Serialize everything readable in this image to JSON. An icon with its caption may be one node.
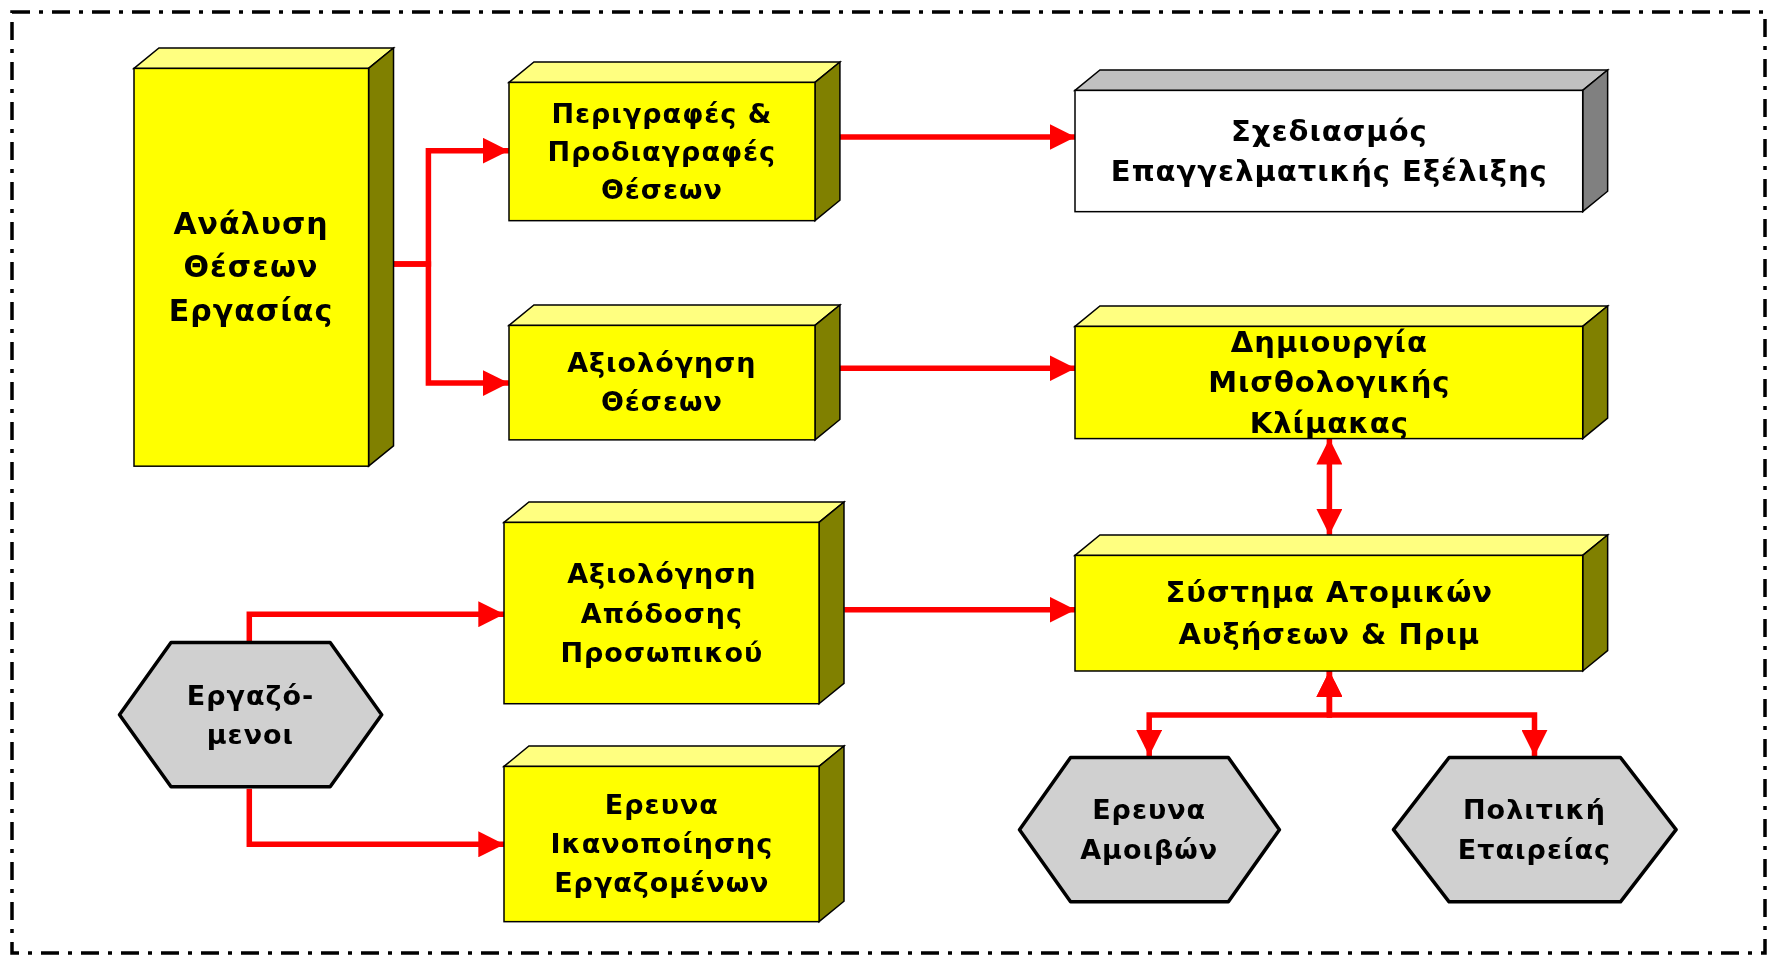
{
  "diagram": {
    "nodes": [
      {
        "text": [
          "Ανάλυση Θέσεων Εργασίας"
        ]
      },
      {
        "text": [
          "Περιγραφές & Προδιαγραφές Θέσεων"
        ]
      },
      {
        "text": [
          "Σχεδιασμός Επαγγελματικής Εξέλιξης"
        ]
      },
      {
        "text": [
          "Αξιολόγηση Θέσεων"
        ]
      },
      {
        "text": [
          "Δημιουργία Μισθολογικής Κλίμακας"
        ]
      },
      {
        "text": [
          "Εργαζό- μενοι"
        ]
      },
      {
        "text": [
          "Αξιολόγηση Απόδοσης Προσωπικού"
        ]
      },
      {
        "text": [
          "Σύστημα Ατομικών Αυξήσεων & Πριμ"
        ]
      },
      {
        "text": [
          "Ερευνα Ικανοποίησης Εργαζομένων"
        ]
      },
      {
        "text": [
          "Ερευνα Αμοιβών"
        ]
      },
      {
        "text": [
          "Πολιτική Εταιρείας"
        ]
      }
    ],
    "edges": [
      {
        "from": 0,
        "to": 1,
        "arrow": "to"
      },
      {
        "from": 0,
        "to": 3,
        "arrow": "to"
      },
      {
        "from": 1,
        "to": 2,
        "arrow": "to"
      },
      {
        "from": 3,
        "to": 4,
        "arrow": "to"
      },
      {
        "from": 4,
        "to": 7,
        "arrow": "both"
      },
      {
        "from": 5,
        "to": 6,
        "arrow": "to"
      },
      {
        "from": 5,
        "to": 8,
        "arrow": "to"
      },
      {
        "from": 6,
        "to": 7,
        "arrow": "to"
      },
      {
        "from": 7,
        "to": 9,
        "arrow": "both"
      },
      {
        "from": 7,
        "to": 10,
        "arrow": "both"
      }
    ]
  }
}
